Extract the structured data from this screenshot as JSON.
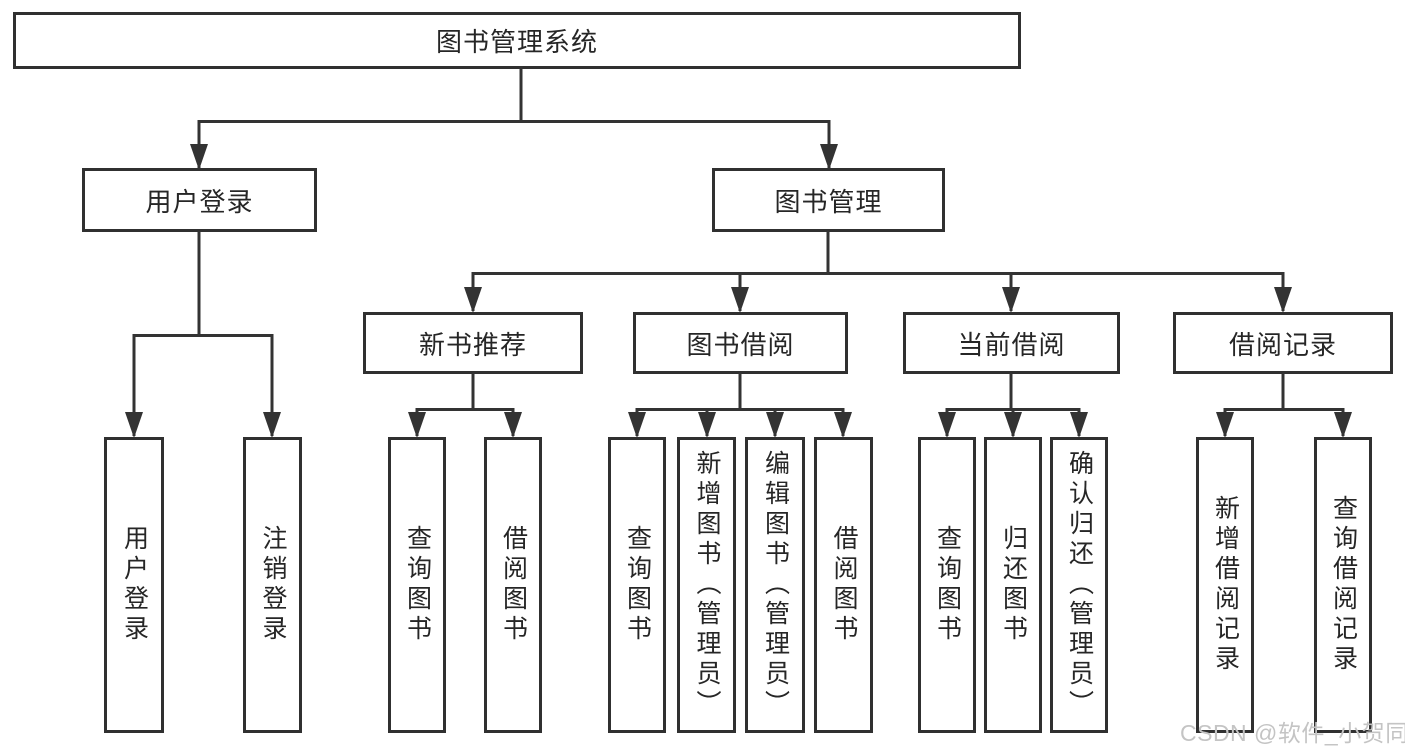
{
  "diagram": {
    "root": {
      "label": "图书管理系统"
    },
    "level2": [
      {
        "label": "用户登录"
      },
      {
        "label": "图书管理"
      }
    ],
    "user_login_children": [
      "用户登录",
      "注销登录"
    ],
    "modules": [
      {
        "label": "新书推荐",
        "children": [
          "查询图书",
          "借阅图书"
        ]
      },
      {
        "label": "图书借阅",
        "children": [
          "查询图书",
          "新增图书（管理员）",
          "编辑图书（管理员）",
          "借阅图书"
        ]
      },
      {
        "label": "当前借阅",
        "children": [
          "查询图书",
          "归还图书",
          "确认归还（管理员）"
        ]
      },
      {
        "label": "借阅记录",
        "children": [
          "新增借阅记录",
          "查询借阅记录"
        ]
      }
    ],
    "watermark": "CSDN @软件_小贺同学",
    "colors": {
      "line": "#333333",
      "box_border": "#303030",
      "text": "#262626",
      "watermark": "#c4c4c4",
      "background": "#ffffff"
    }
  }
}
